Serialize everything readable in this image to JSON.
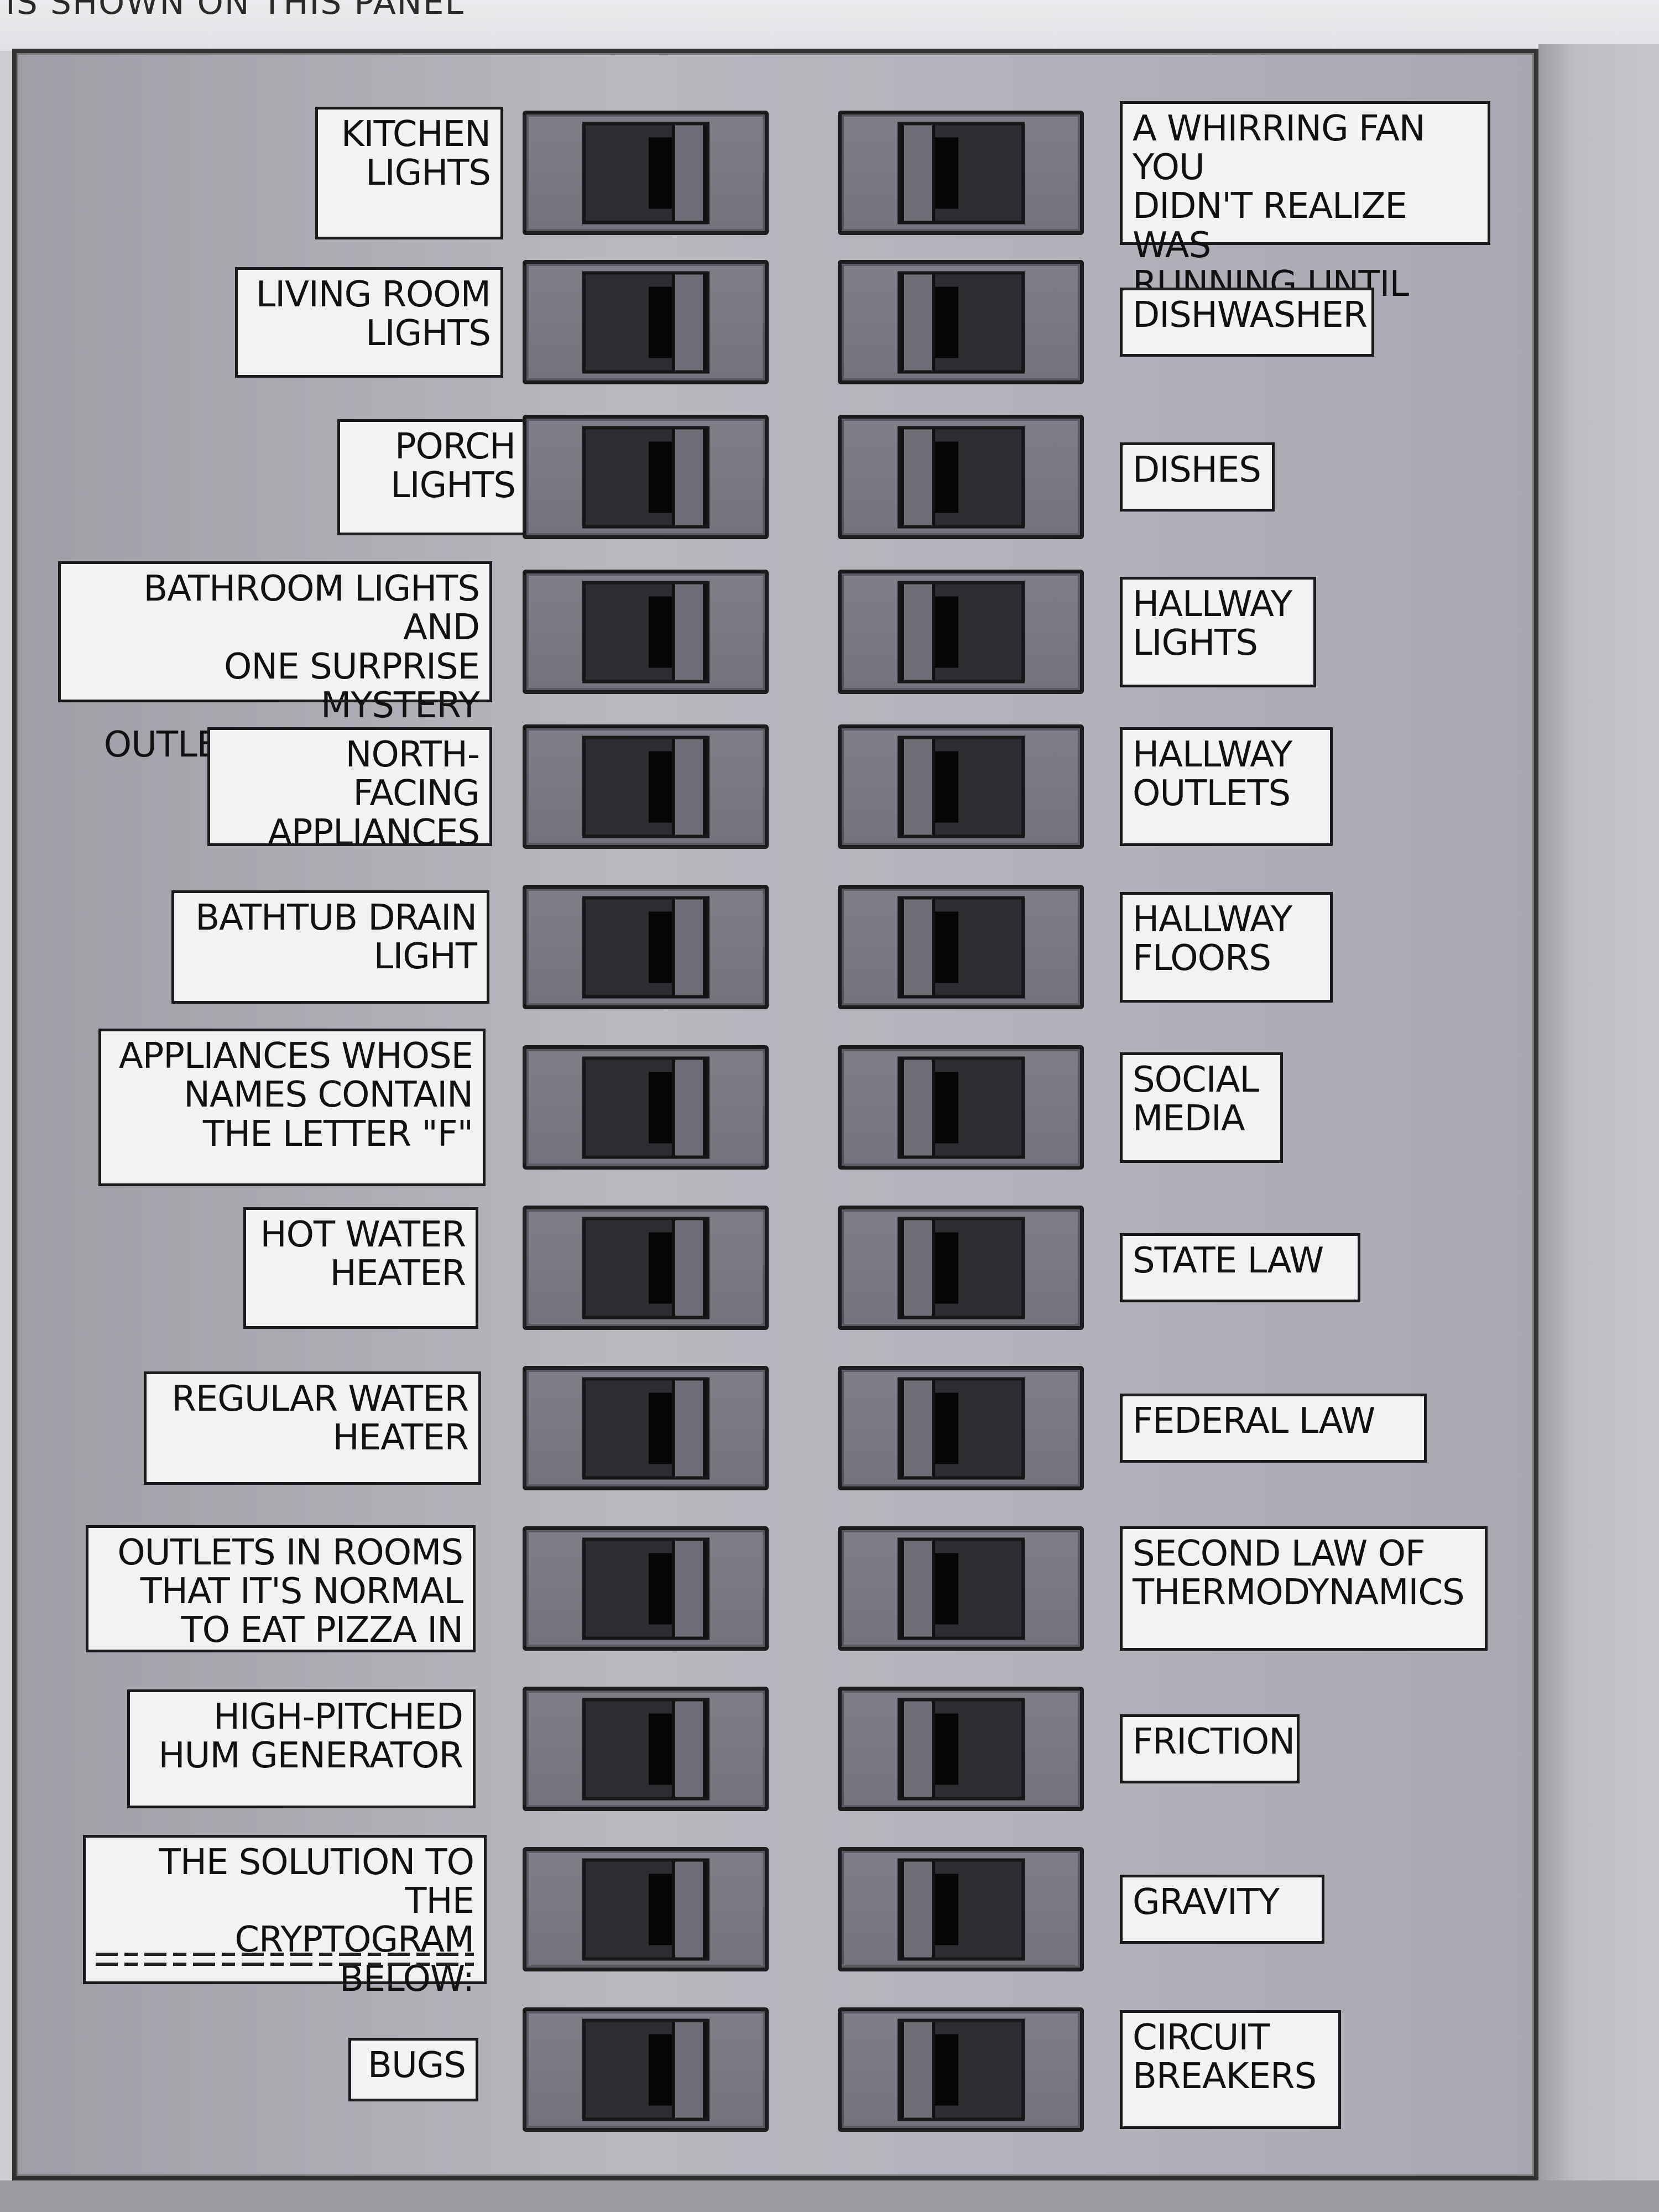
{
  "top_text": "IS SHOWN ON THIS PANEL",
  "rows": [
    {
      "left": "KITCHEN\nLIGHTS",
      "right": "A WHIRRING FAN YOU\nDIDN'T REALIZE WAS\nRUNNING UNTIL NOW"
    },
    {
      "left": "LIVING ROOM\nLIGHTS",
      "right": "DISHWASHER"
    },
    {
      "left": "PORCH\nLIGHTS",
      "right": "DISHES"
    },
    {
      "left": "BATHROOM LIGHTS AND\nONE SURPRISE MYSTERY\nOUTLET SOMEWHERE",
      "right": "HALLWAY\nLIGHTS"
    },
    {
      "left": "NORTH-FACING\nAPPLIANCES",
      "right": "HALLWAY\nOUTLETS"
    },
    {
      "left": "BATHTUB DRAIN\nLIGHT",
      "right": "HALLWAY\nFLOORS"
    },
    {
      "left": "APPLIANCES WHOSE\nNAMES CONTAIN\nTHE LETTER \"F\"",
      "right": "SOCIAL\nMEDIA"
    },
    {
      "left": "HOT WATER\nHEATER",
      "right": "STATE LAW"
    },
    {
      "left": "REGULAR WATER\nHEATER",
      "right": "FEDERAL LAW"
    },
    {
      "left": "OUTLETS IN ROOMS\nTHAT IT'S NORMAL\nTO EAT PIZZA IN",
      "right": "SECOND LAW OF\nTHERMODYNAMICS"
    },
    {
      "left": "HIGH-PITCHED\nHUM GENERATOR",
      "right": "FRICTION"
    },
    {
      "left": "THE SOLUTION TO THE\nCRYPTOGRAM BELOW:",
      "right": "GRAVITY"
    },
    {
      "left": "BUGS",
      "right": "CIRCUIT\nBREAKERS"
    }
  ]
}
